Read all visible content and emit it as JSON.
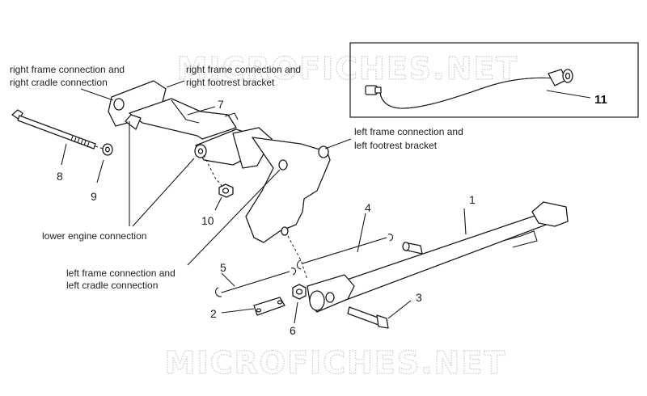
{
  "watermarks": [
    "MICROFICHES.NET",
    "MICROFICHES.NET"
  ],
  "labels": {
    "right_frame_cradle_1": "right frame connection and",
    "right_frame_cradle_2": "right cradle connection",
    "right_frame_footrest_1": "right frame connection and",
    "right_frame_footrest_2": "right footrest bracket",
    "left_frame_footrest_1": "left frame connection and",
    "left_frame_footrest_2": "left footrest bracket",
    "lower_engine": "lower engine connection",
    "left_frame_cradle_1": "left frame connection and",
    "left_frame_cradle_2": "left cradle connection"
  },
  "part_numbers": {
    "p1": "1",
    "p2": "2",
    "p3": "3",
    "p4": "4",
    "p5": "5",
    "p6": "6",
    "p7": "7",
    "p8": "8",
    "p9": "9",
    "p10": "10",
    "p11": "11"
  }
}
